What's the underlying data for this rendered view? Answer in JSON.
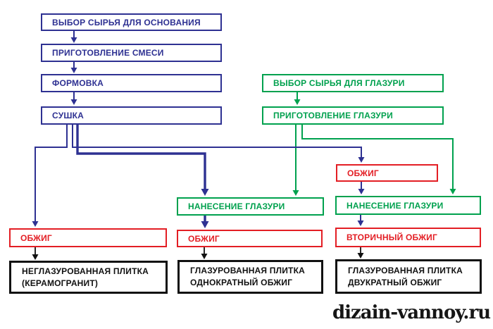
{
  "palette": {
    "blue": "#2e3192",
    "green": "#00a14e",
    "red": "#e31e24",
    "black": "#111111",
    "background": "#ffffff"
  },
  "nodes": {
    "select_base_raw": {
      "label": "ВЫБОР СЫРЬЯ ДЛЯ ОСНОВАНИЯ"
    },
    "prepare_mix": {
      "label": "ПРИГОТОВЛЕНИЕ СМЕСИ"
    },
    "forming": {
      "label": "ФОРМОВКА"
    },
    "drying": {
      "label": "СУШКА"
    },
    "select_glaze_raw": {
      "label": "ВЫБОР СЫРЬЯ ДЛЯ ГЛАЗУРИ"
    },
    "prepare_glaze": {
      "label": "ПРИГОТОВЛЕНИЕ ГЛАЗУРИ"
    },
    "firing_right_first": {
      "label": "ОБЖИГ"
    },
    "glaze_apply_right": {
      "label": "НАНЕСЕНИЕ ГЛАЗУРИ"
    },
    "secondary_firing": {
      "label": "ВТОРИЧНЫЙ ОБЖИГ"
    },
    "result_double": {
      "line1": "ГЛАЗУРОВАННАЯ ПЛИТКА",
      "line2": "ДВУКРАТНЫЙ ОБЖИГ"
    },
    "glaze_apply_mid": {
      "label": "НАНЕСЕНИЕ ГЛАЗУРИ"
    },
    "firing_mid": {
      "label": "ОБЖИГ"
    },
    "result_single": {
      "line1": "ГЛАЗУРОВАННАЯ ПЛИТКА",
      "line2": "ОДНОКРАТНЫЙ ОБЖИГ"
    },
    "firing_left": {
      "label": "ОБЖИГ"
    },
    "result_unglazed": {
      "line1": "НЕГЛАЗУРОВАННАЯ ПЛИТКА",
      "line2": "(КЕРАМОГРАНИТ)"
    }
  },
  "watermark": "dizain-vannoy.ru"
}
